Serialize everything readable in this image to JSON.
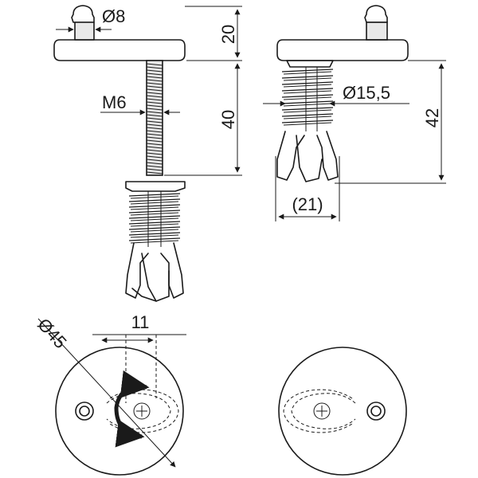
{
  "dimensions": {
    "pin_diameter": "Ø8",
    "cap_height": "20",
    "thread_size": "M6",
    "bolt_length": "40",
    "anchor_diameter": "Ø15,5",
    "assembled_height": "42",
    "expanded_width": "(21)",
    "disc_diameter": "Ø45",
    "slot_offset": "11"
  }
}
